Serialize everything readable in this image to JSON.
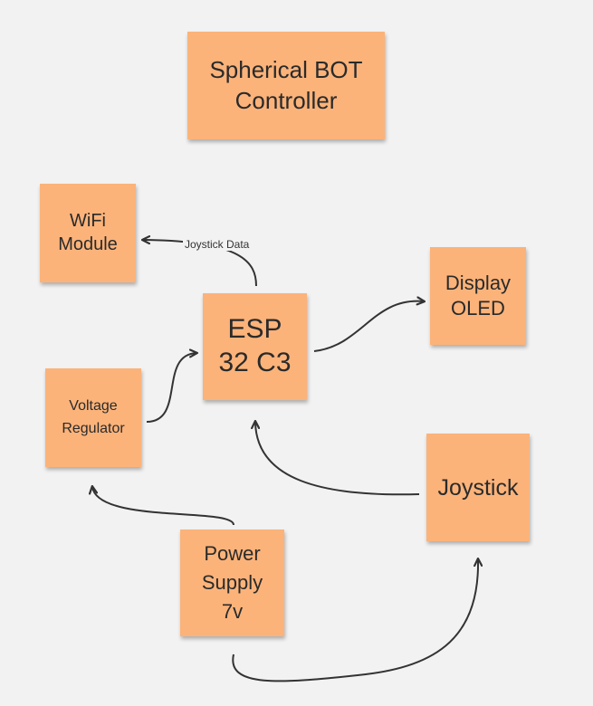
{
  "diagram": {
    "title": "Spherical BOT Controller",
    "nodes": {
      "wifi": "WiFi\nModule",
      "esp": "ESP\n32 C3",
      "display": "Display\nOLED",
      "regulator": "Voltage\nRegulator",
      "joystick": "Joystick",
      "power": "Power\nSupply\n7v"
    },
    "edges": [
      {
        "from": "esp",
        "to": "wifi",
        "label": "Joystick Data"
      },
      {
        "from": "esp",
        "to": "display",
        "label": ""
      },
      {
        "from": "regulator",
        "to": "esp",
        "label": ""
      },
      {
        "from": "joystick",
        "to": "esp",
        "label": ""
      },
      {
        "from": "power",
        "to": "regulator",
        "label": ""
      },
      {
        "from": "power",
        "to": "joystick",
        "label": ""
      }
    ],
    "colors": {
      "note": "#fbb37a",
      "background": "#f2f2f2",
      "arrow": "#333333"
    }
  }
}
